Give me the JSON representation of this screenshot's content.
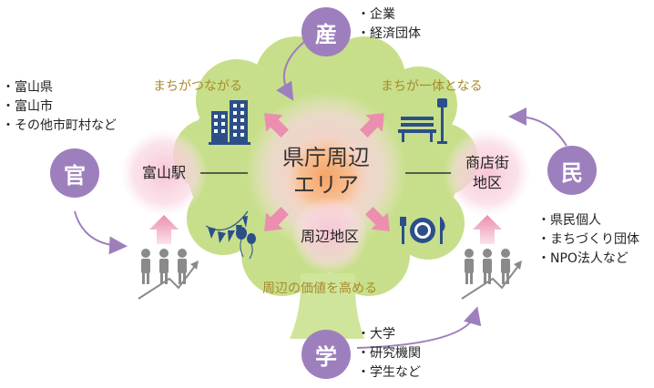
{
  "colors": {
    "sector_circle": "#9e7fbd",
    "tree_green": "#c7df8a",
    "trunk_green": "#cfe59c",
    "glow_pink": "#f5c7d6",
    "center_orange": "#f7b07a",
    "arrow_pink": "#ec8eb0",
    "label_gold": "#a88a2b",
    "icon_navy": "#2c4f8a",
    "people_gray": "#8a8a8a"
  },
  "sectors": {
    "industry": {
      "label": "産",
      "items": [
        "・企業",
        "・経済団体"
      ]
    },
    "government": {
      "label": "官",
      "items": [
        "・富山県",
        "・富山市",
        "・その他市町村など"
      ]
    },
    "citizens": {
      "label": "民",
      "items": [
        "・県民個人",
        "・まちづくり団体",
        "・NPO法人など"
      ]
    },
    "academia": {
      "label": "学",
      "items": [
        "・大学",
        "・研究機関",
        "・学生など"
      ]
    }
  },
  "center": {
    "line1": "県庁周辺",
    "line2": "エリア"
  },
  "nodes": {
    "toyama_station": "富山駅",
    "shopping_district_line1": "商店街",
    "shopping_district_line2": "地区",
    "surrounding_district": "周辺地区"
  },
  "captions": {
    "connect": "まちがつながる",
    "unite": "まちが一体となる",
    "value": "周辺の価値を高める"
  },
  "icons": {
    "building": "building-icon",
    "bench": "park-bench-icon",
    "party": "bunting-balloons-icon",
    "dining": "dining-plate-icon",
    "people": "people-growth-icon"
  }
}
